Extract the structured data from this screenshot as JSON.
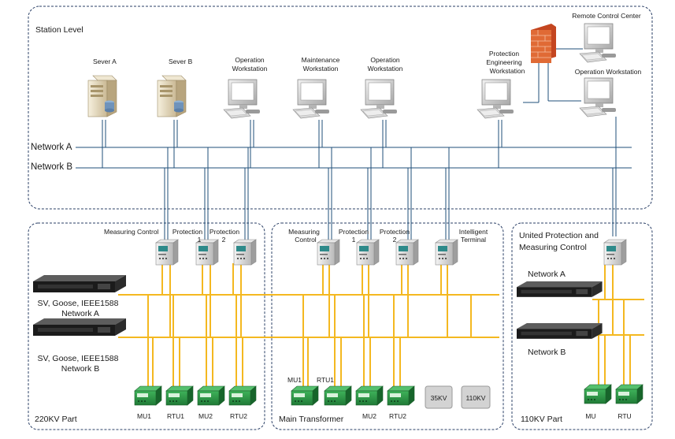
{
  "station": {
    "title": "Station Level",
    "servers": [
      {
        "label": "Sever A"
      },
      {
        "label": "Sever B"
      }
    ],
    "workstations": [
      {
        "label_lines": [
          "Operation",
          "Workstation"
        ]
      },
      {
        "label_lines": [
          "Maintenance",
          "Workstation"
        ]
      },
      {
        "label_lines": [
          "Operation",
          "Workstation"
        ]
      },
      {
        "label_lines": [
          "Protection",
          "Engineering",
          "Workstation"
        ]
      }
    ],
    "remote_center": "Remote Control Center",
    "remote_workstation": "Operation Workstation",
    "network_a": "Network A",
    "network_b": "Network B"
  },
  "part220": {
    "label": "220KV Part",
    "devices": {
      "measuring": [
        "Measuring Control"
      ],
      "protection1": [
        "Protection",
        "1"
      ],
      "protection2": [
        "Protection",
        "2"
      ]
    },
    "switch_a": [
      "SV, Goose, IEEE1588",
      "Network A"
    ],
    "switch_b": [
      "SV, Goose, IEEE1588",
      "Network B"
    ],
    "units": [
      "MU1",
      "RTU1",
      "MU2",
      "RTU2"
    ]
  },
  "transformer": {
    "label": "Main Transformer",
    "devices": {
      "measuring": [
        "Measuring",
        "Control"
      ],
      "protection1": [
        "Protection",
        "1"
      ],
      "protection2": [
        "Protection",
        "2"
      ],
      "intelligent": [
        "Intelligent",
        "Terminal"
      ]
    },
    "units_top": [
      "MU1",
      "RTU1"
    ],
    "units_bottom": [
      "MU2",
      "RTU2"
    ],
    "boxes": [
      "35KV",
      "110KV"
    ]
  },
  "part110": {
    "label": "110KV Part",
    "device": [
      "United Protection and",
      "Measuring Control"
    ],
    "network_a": "Network A",
    "network_b": "Network B",
    "units": [
      "MU",
      "RTU"
    ]
  },
  "colors": {
    "station_network": "#1f4f7a",
    "process_bus": "#f4b820",
    "merging_unit": "#2f9a4a",
    "firewall": "#d9542b"
  }
}
